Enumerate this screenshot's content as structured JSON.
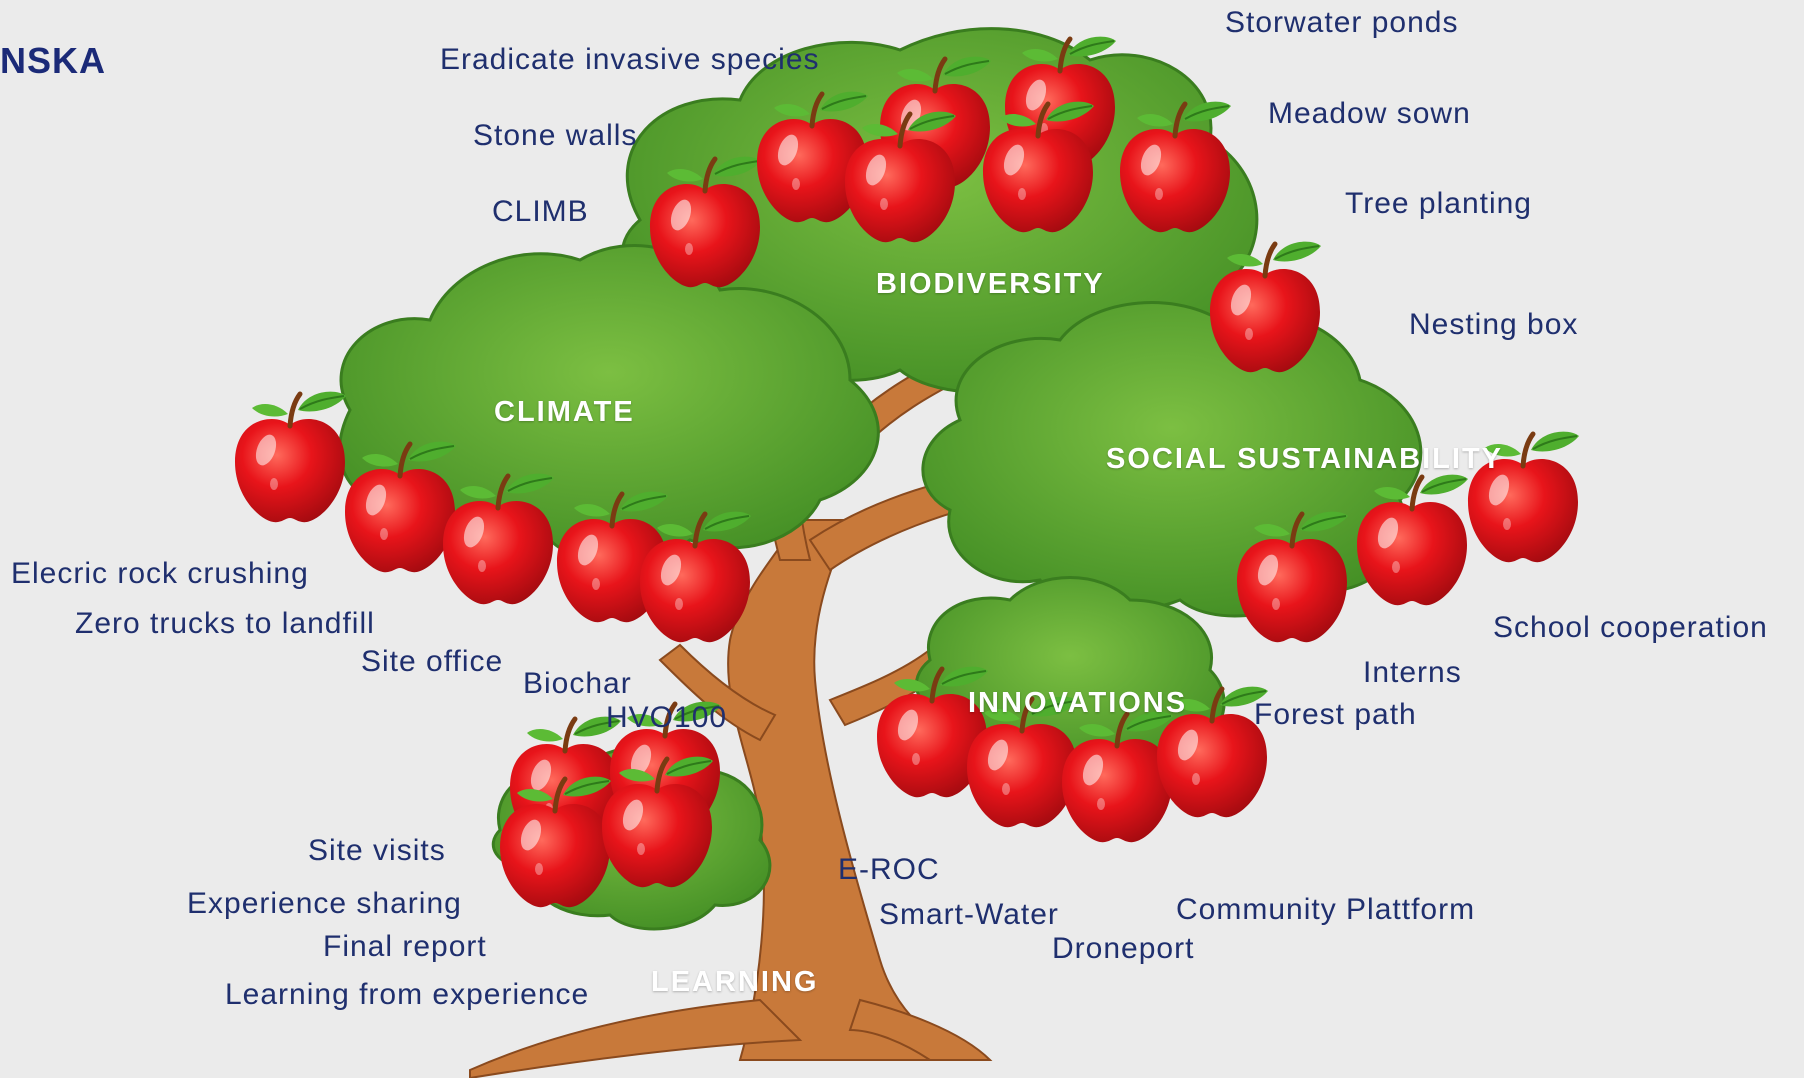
{
  "logo": {
    "text": "NSKA"
  },
  "colors": {
    "background": "#ebebeb",
    "label_text": "#1f2f6e",
    "category_text": "#ffffff",
    "foliage_dark": "#3f8a22",
    "foliage_light": "#74b53c",
    "trunk": "#c8793a",
    "apple": "#e0151b"
  },
  "categories": {
    "biodiversity": "BIODIVERSITY",
    "climate": "CLIMATE",
    "social": "SOCIAL SUSTAINABILITY",
    "innovations": "INNOVATIONS",
    "learning": "LEARNING"
  },
  "labels": {
    "biodiversity": {
      "storwater": "Storwater ponds",
      "eradicate": "Eradicate invasive species",
      "meadow": "Meadow sown",
      "stone_walls": "Stone walls",
      "climb": "CLIMB",
      "tree_planting": "Tree planting"
    },
    "social": {
      "nesting": "Nesting box",
      "school": "School cooperation",
      "interns": "Interns",
      "forest_path": "Forest path"
    },
    "climate": {
      "rock": "Elecric rock crushing",
      "zero_trucks": "Zero trucks to landfill",
      "site_office": "Site office",
      "biochar": "Biochar",
      "hvo": "HVO100"
    },
    "innovations": {
      "eroc": "E-ROC",
      "smart_water": "Smart-Water",
      "droneport": "Droneport",
      "community": "Community Plattform"
    },
    "learning": {
      "site_visits": "Site visits",
      "experience_sharing": "Experience sharing",
      "final_report": "Final report",
      "learning_from_exp": "Learning from experience"
    }
  }
}
